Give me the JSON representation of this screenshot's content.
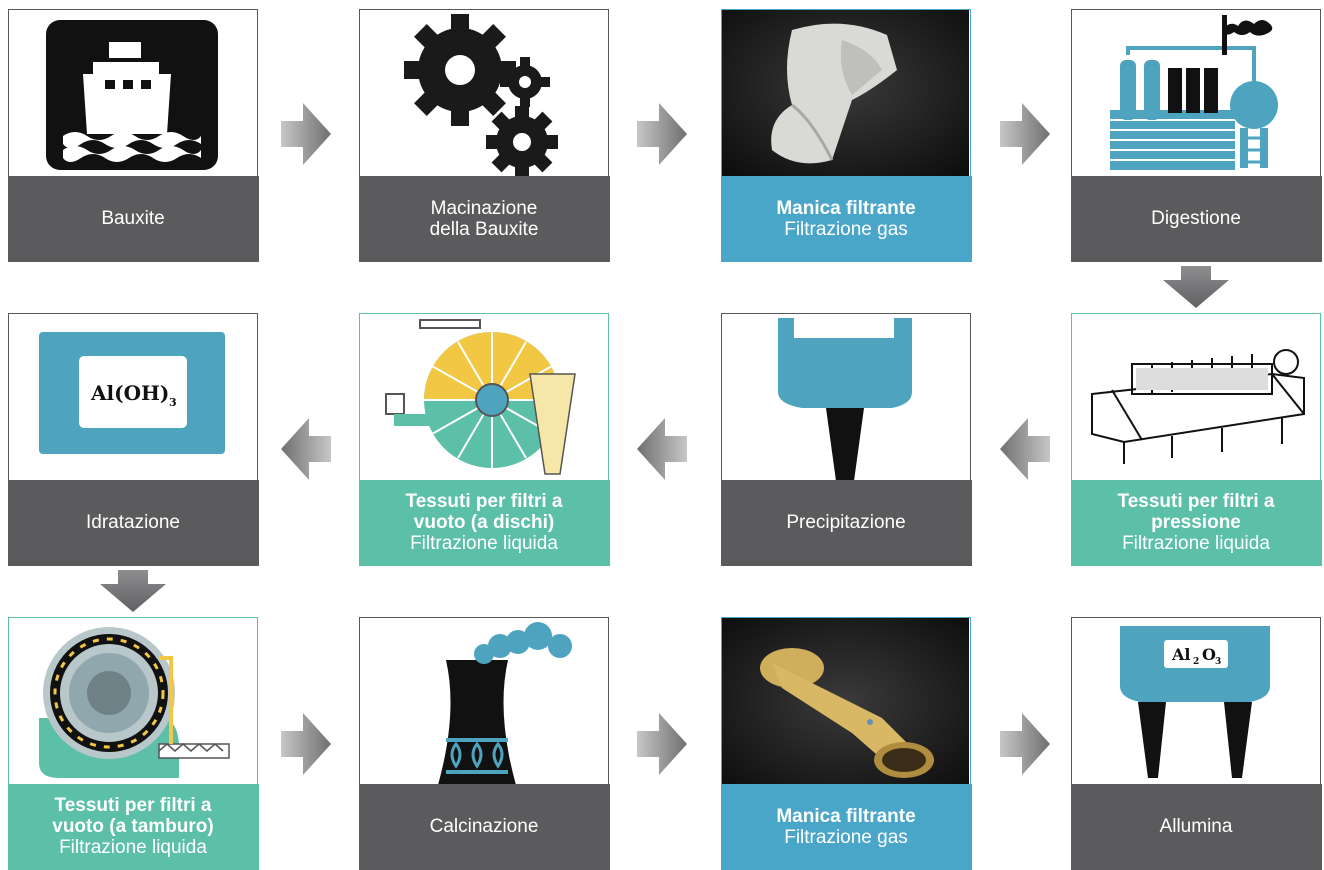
{
  "colors": {
    "gray": "#5b5b5d",
    "teal": "#5cbfa8",
    "blue": "#4aa6c9",
    "arrow": "#7d7d7f"
  },
  "cards": [
    {
      "title": "Bauxite",
      "subtitle": "",
      "style": "gray",
      "icon": "ship-icon"
    },
    {
      "title": "Macinazione della Bauxite",
      "subtitle": "",
      "style": "gray",
      "icon": "gears-icon"
    },
    {
      "title": "Manica filtrante",
      "subtitle": "Filtrazione gas",
      "style": "blue",
      "icon": "filter-sleeve-photo"
    },
    {
      "title": "Digestione",
      "subtitle": "",
      "style": "gray",
      "icon": "factory-icon"
    },
    {
      "title": "Tessuti per filtri a pressione",
      "subtitle": "Filtrazione liquida",
      "style": "teal",
      "icon": "filter-press-icon"
    },
    {
      "title": "Precipitazione",
      "subtitle": "",
      "style": "gray",
      "icon": "precipitator-icon"
    },
    {
      "title": "Tessuti per filtri a vuoto (a dischi)",
      "subtitle": "Filtrazione liquida",
      "style": "teal",
      "icon": "disc-filter-icon"
    },
    {
      "title": "Idratazione",
      "subtitle": "",
      "style": "gray",
      "icon": "hydrate-sign-icon"
    },
    {
      "title": "Tessuti per filtri a vuoto (a tamburo)",
      "subtitle": "Filtrazione liquida",
      "style": "teal",
      "icon": "drum-filter-icon"
    },
    {
      "title": "Calcinazione",
      "subtitle": "",
      "style": "gray",
      "icon": "calciner-icon"
    },
    {
      "title": "Manica filtrante",
      "subtitle": "Filtrazione gas",
      "style": "blue",
      "icon": "filter-bag-photo"
    },
    {
      "title": "Allumina",
      "subtitle": "",
      "style": "gray",
      "icon": "alumina-silo-icon"
    }
  ],
  "formulas": {
    "hydrate": "Al(OH)",
    "hydrate_sub": "3",
    "alumina": "Al",
    "alumina_sub1": "2",
    "alumina_o": "O",
    "alumina_sub2": "3"
  }
}
